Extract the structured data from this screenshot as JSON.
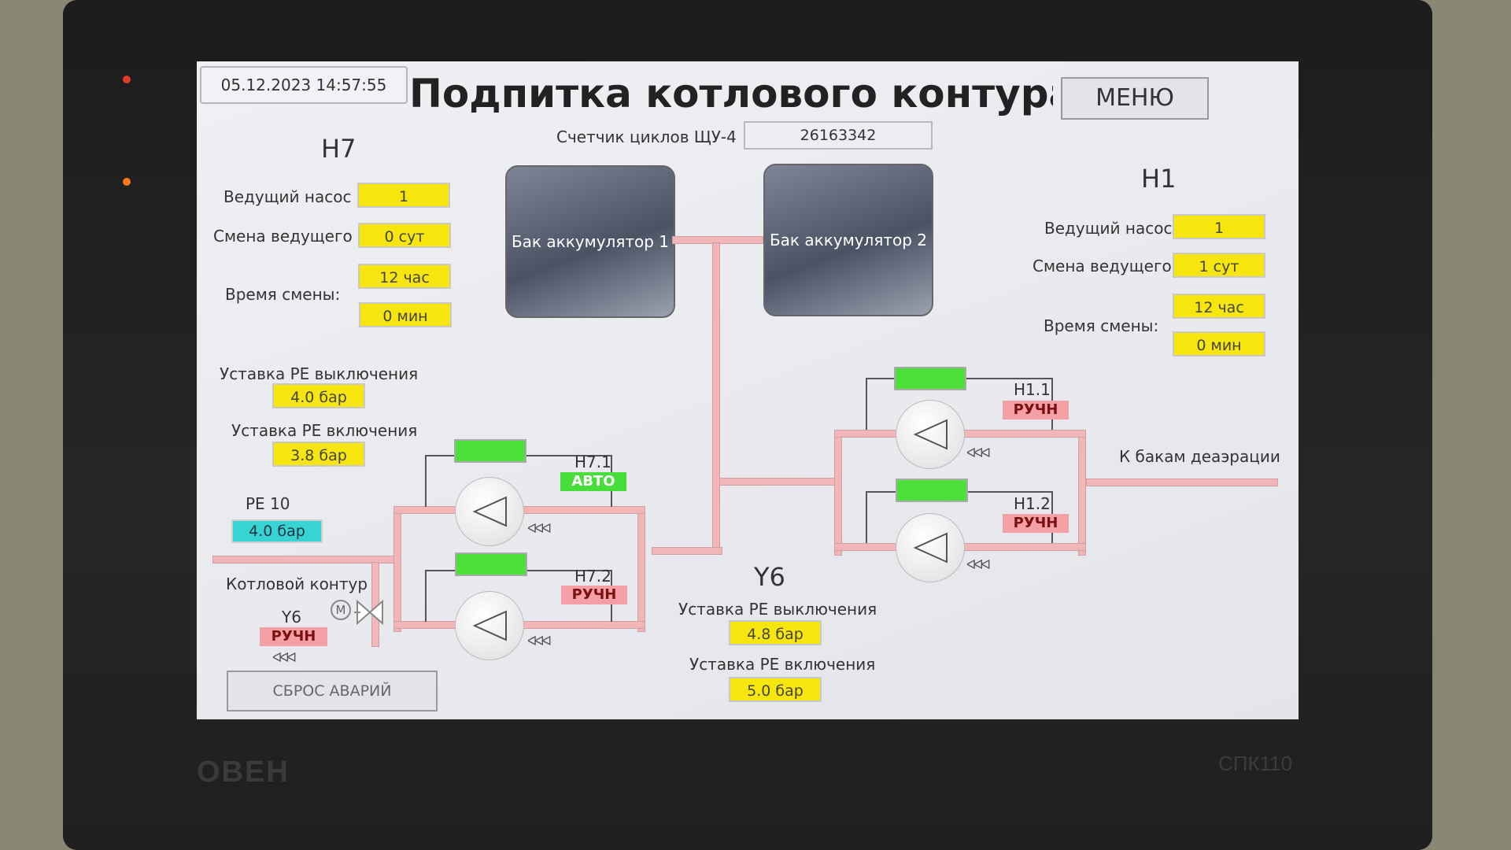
{
  "header": {
    "datetime": "05.12.2023  14:57:55",
    "title": "Подпитка котлового контура",
    "menu_label": "МЕНЮ",
    "counter_label": "Счетчик циклов ЩУ-4",
    "counter_value": "26163342"
  },
  "device": {
    "brand": "ОВЕН",
    "model": "СПК110"
  },
  "h7": {
    "title": "Н7",
    "lead_pump_label": "Ведущий насос",
    "lead_pump_value": "1",
    "change_lead_label": "Смена ведущего",
    "change_lead_value": "0 сут",
    "change_time_label": "Время смены:",
    "change_time_hours": "12 час",
    "change_time_minutes": "0 мин",
    "pe_off_label": "Уставка РЕ выключения",
    "pe_off_value": "4.0 бар",
    "pe_on_label": "Уставка РЕ включения",
    "pe_on_value": "3.8 бар",
    "pumps": [
      {
        "name": "Н7.1",
        "mode": "АВТО"
      },
      {
        "name": "Н7.2",
        "mode": "РУЧН"
      }
    ]
  },
  "h1": {
    "title": "Н1",
    "lead_pump_label": "Ведущий насос",
    "lead_pump_value": "1",
    "change_lead_label": "Смена ведущего",
    "change_lead_value": "1 сут",
    "change_time_label": "Время смены:",
    "change_time_hours": "12 час",
    "change_time_minutes": "0 мин",
    "pumps": [
      {
        "name": "Н1.1",
        "mode": "РУЧН"
      },
      {
        "name": "Н1.2",
        "mode": "РУЧН"
      }
    ]
  },
  "tanks": [
    "Бак аккумулятор 1",
    "Бак аккумулятор 2"
  ],
  "pe10": {
    "label": "РЕ 10",
    "value": "4.0 бар"
  },
  "boiler_circuit_label": "Котловой контур",
  "valve": {
    "name": "Y6",
    "mode": "РУЧН",
    "motor_symbol": "M"
  },
  "y6": {
    "title": "Y6",
    "pe_off_label": "Уставка РЕ выключения",
    "pe_off_value": "4.8 бар",
    "pe_on_label": "Уставка РЕ включения",
    "pe_on_value": "5.0 бар"
  },
  "deaeration_label": "К бакам деаэрации",
  "reset_button_label": "СБРОС АВАРИЙ",
  "flow_arrows": "ᐊᐊᐊ",
  "colors": {
    "setpoint": "#f6e60e",
    "pressure": "#38d4d4",
    "auto": "#47dd3b",
    "manual": "#f4a0a6",
    "pipe": "#f2b6b8"
  }
}
